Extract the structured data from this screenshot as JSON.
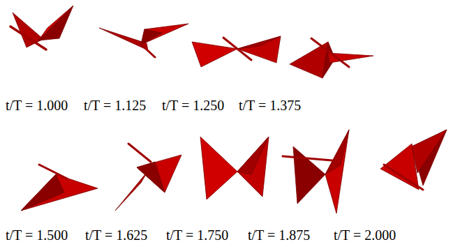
{
  "diagram": {
    "labels": [
      "t/T = 1.000",
      "t/T = 1.125",
      "t/T = 1.250",
      "t/T = 1.375",
      "t/T = 1.500",
      "t/T = 1.625",
      "t/T = 1.750",
      "t/T = 1.875",
      "t/T = 2.000"
    ]
  }
}
